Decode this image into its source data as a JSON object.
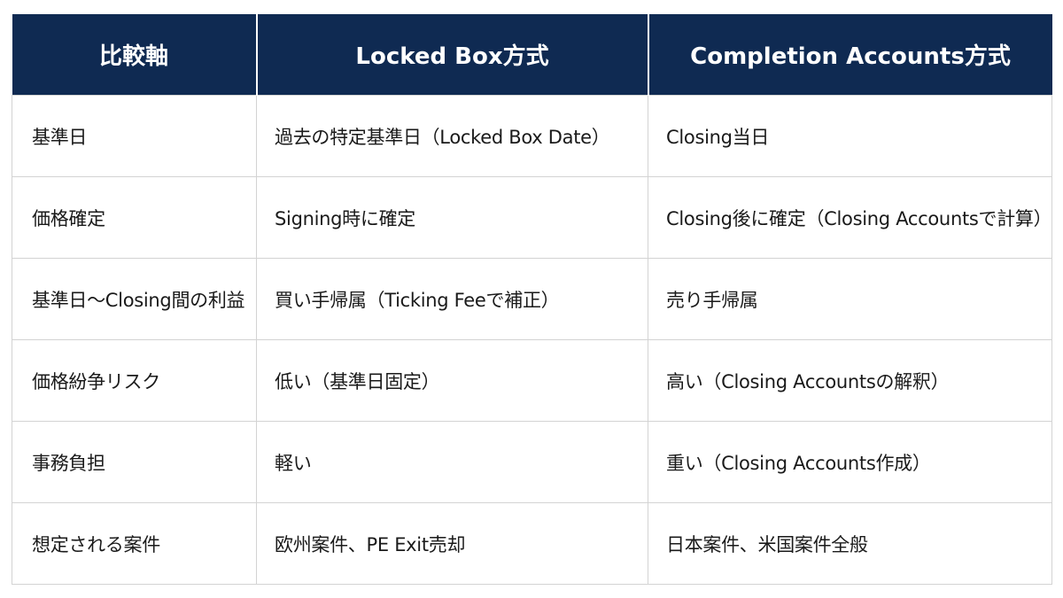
{
  "table": {
    "headers": [
      "比較軸",
      "Locked Box方式",
      "Completion Accounts方式"
    ],
    "rows": [
      [
        "基準日",
        "過去の特定基準日（Locked Box Date）",
        "Closing当日"
      ],
      [
        "価格確定",
        "Signing時に確定",
        "Closing後に確定（Closing Accountsで計算）"
      ],
      [
        "基準日〜Closing間の利益",
        "買い手帰属（Ticking Feeで補正）",
        "売り手帰属"
      ],
      [
        "価格紛争リスク",
        "低い（基準日固定）",
        "高い（Closing Accountsの解釈）"
      ],
      [
        "事務負担",
        "軽い",
        "重い（Closing Accounts作成）"
      ],
      [
        "想定される案件",
        "欧州案件、PE Exit売却",
        "日本案件、米国案件全般"
      ]
    ]
  },
  "colors": {
    "header_bg": "#0f2a52",
    "header_text": "#ffffff",
    "border": "#d3d3d3"
  }
}
